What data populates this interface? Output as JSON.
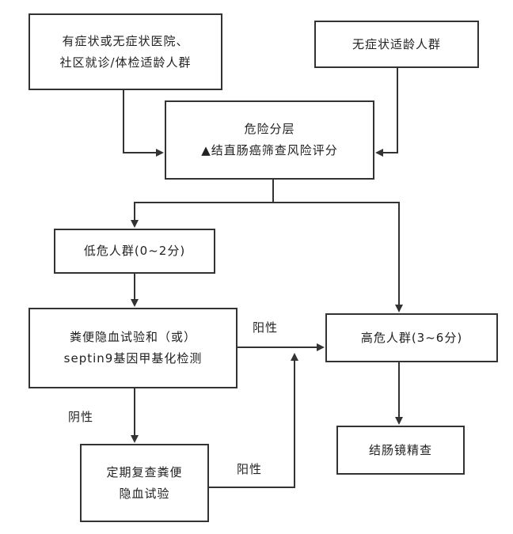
{
  "nodes": {
    "clinic": {
      "line1": "有症状或无症状医院、",
      "line2": "社区就诊/体检适龄人群"
    },
    "asymptomatic": {
      "text": "无症状适龄人群"
    },
    "risk": {
      "line1": "危险分层",
      "line2": "▲结直肠癌筛查风险评分"
    },
    "low": {
      "text": "低危人群(0~2分)"
    },
    "fobt": {
      "line1": "粪便隐血试验和（或）",
      "line2": "septin9基因甲基化检测"
    },
    "high": {
      "text": "高危人群(3~6分)"
    },
    "recheck": {
      "line1": "定期复查粪便",
      "line2": "隐血试验"
    },
    "colonoscopy": {
      "text": "结肠镜精查"
    }
  },
  "labels": {
    "positive_top": "阳性",
    "negative": "阴性",
    "positive_bottom": "阳性"
  }
}
